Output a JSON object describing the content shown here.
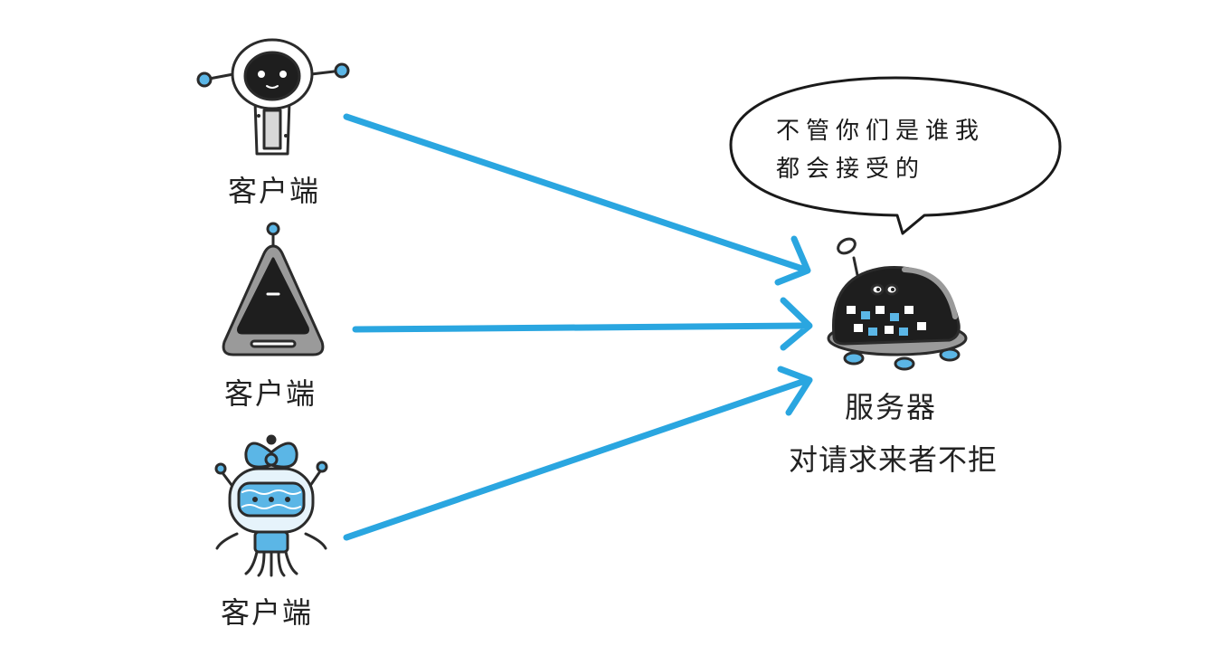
{
  "clients": [
    {
      "label": "客户端"
    },
    {
      "label": "客户端"
    },
    {
      "label": "客户端"
    }
  ],
  "server": {
    "label": "服务器",
    "caption": "对请求来者不拒",
    "speech_lines": [
      "不管你们是谁我",
      "都会接受的"
    ]
  },
  "colors": {
    "arrow": "#2aa6e0",
    "accent_blue": "#5bb6e6",
    "dark": "#2b2b2b",
    "gray": "#8c8c8c"
  }
}
